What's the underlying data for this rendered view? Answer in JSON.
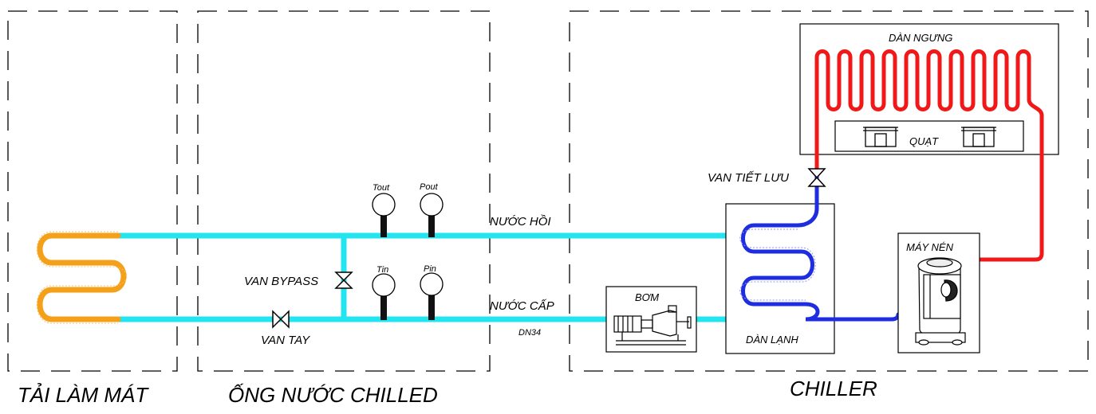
{
  "colors": {
    "chilled_water": "#22E5F0",
    "load_coil": "#F5A01A",
    "refrigerant_hot": "#F01818",
    "refrigerant_cold": "#1E2DE0"
  },
  "sections": {
    "load": "TẢI LÀM MÁT",
    "piping": "ỐNG NƯỚC CHILLED",
    "chiller": "CHILLER"
  },
  "labels": {
    "return_water": "NƯỚC HỒI",
    "supply_water": "NƯỚC CẤP",
    "pipe_size": "DN34",
    "bypass_valve": "VAN BYPASS",
    "manual_valve": "VAN TAY",
    "pump": "BƠM",
    "evaporator": "DÀN LẠNH",
    "condenser": "DÀN NGƯNG",
    "fan": "QUẠT",
    "expansion_valve": "VAN TIẾT LƯU",
    "compressor": "MÁY NÉN"
  },
  "gauges": {
    "tout": "Tout",
    "pout": "Pout",
    "tin": "Tin",
    "pin": "Pin"
  },
  "icons": [
    "valve-icon",
    "gauge-icon",
    "pump-icon",
    "fan-icon",
    "compressor-icon",
    "coil-icon"
  ]
}
